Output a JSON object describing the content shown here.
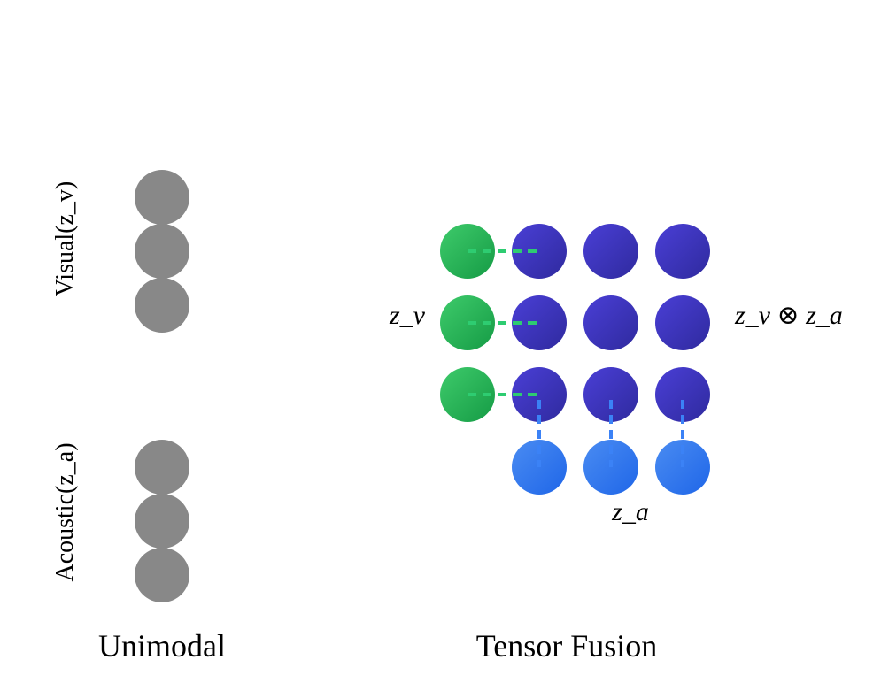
{
  "unimodal": {
    "visual_label": "Visual(z_v)",
    "acoustic_label": "Acoustic(z_a)",
    "caption": "Unimodal",
    "node_color": "#888888",
    "visual_nodes": 3,
    "acoustic_nodes": 3
  },
  "tensor_fusion": {
    "caption": "Tensor Fusion",
    "zv_label": "z_v",
    "za_label": "z_a",
    "product_label": "z_v ⊗ z_a",
    "zv_nodes": 3,
    "za_nodes": 3,
    "colors": {
      "zv_light": "#3ecb6b",
      "zv_dark": "#159b45",
      "product_light": "#4a3fd6",
      "product_dark": "#2f2a9e",
      "za_light": "#4a8cf2",
      "za_dark": "#1f66e8",
      "zv_dash": "#2ecc71",
      "za_dash": "#3b82f6"
    }
  }
}
